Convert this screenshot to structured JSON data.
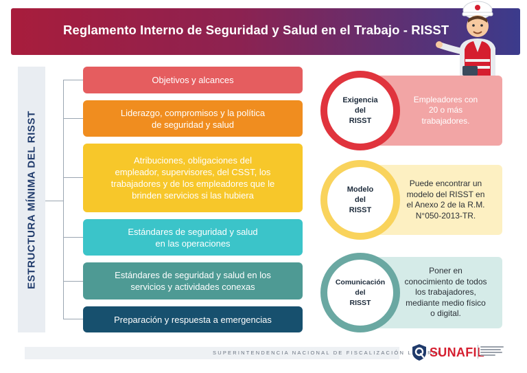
{
  "header": {
    "title": "Reglamento Interno de Seguridad y Salud en el Trabajo - RISST"
  },
  "side_label": "ESTRUCTURA MÍNIMA DEL RISST",
  "items": [
    {
      "text": "Objetivos y alcances",
      "color": "#e55d5f"
    },
    {
      "text": "Liderazgo, compromisos y la política\nde seguridad y salud",
      "color": "#f08d1f"
    },
    {
      "text": "Atribuciones, obligaciones del\nempleador, supervisores, del CSST, los\ntrabajadores y de los empleadores que le\nbrinden servicios si las hubiera",
      "color": "#f7c72a"
    },
    {
      "text": "Estándares de seguridad y salud\nen las operaciones",
      "color": "#3bc4c9"
    },
    {
      "text": "Estándares de seguridad y salud en los\nservicios y actividades conexas",
      "color": "#4e9a94"
    },
    {
      "text": "Preparación y respuesta a emergencias",
      "color": "#17506e"
    }
  ],
  "panels": [
    {
      "circle_label": "Exigencia\ndel\nRISST",
      "box_text": "Empleadores con\n20 o más\ntrabajadores.",
      "ring_color": "#e0343d",
      "box_color": "#f2a5a5",
      "box_text_color": "#ffffff"
    },
    {
      "circle_label": "Modelo\ndel\nRISST",
      "box_text": "Puede encontrar un\nmodelo del RISST en\nel Anexo 2 de la R.M.\nN°050-2013-TR.",
      "ring_color": "#f9d35c",
      "box_color": "#fdf0c2",
      "box_text_color": "#2a2f36"
    },
    {
      "circle_label": "Comunicación\ndel\nRISST",
      "box_text": "Poner en\nconocimiento de todos\nlos trabajadores,\nmediante medio físico\no digital.",
      "ring_color": "#6aa8a2",
      "box_color": "#d5ebe8",
      "box_text_color": "#2a2f36"
    }
  ],
  "footer": {
    "agency": "SUPERINTENDENCIA NACIONAL DE FISCALIZACIÓN LABORAL",
    "logo": "SUNAFIL"
  }
}
